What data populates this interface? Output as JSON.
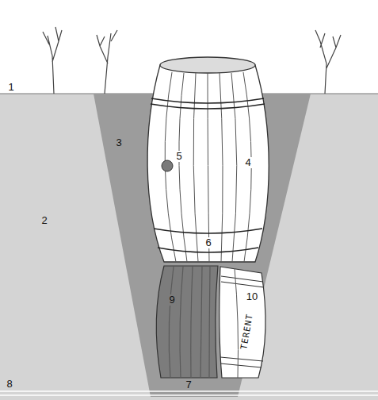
{
  "diagram": {
    "labels": [
      "1",
      "2",
      "3",
      "4",
      "5",
      "6",
      "7",
      "8",
      "9",
      "10",
      "TERENT"
    ]
  }
}
